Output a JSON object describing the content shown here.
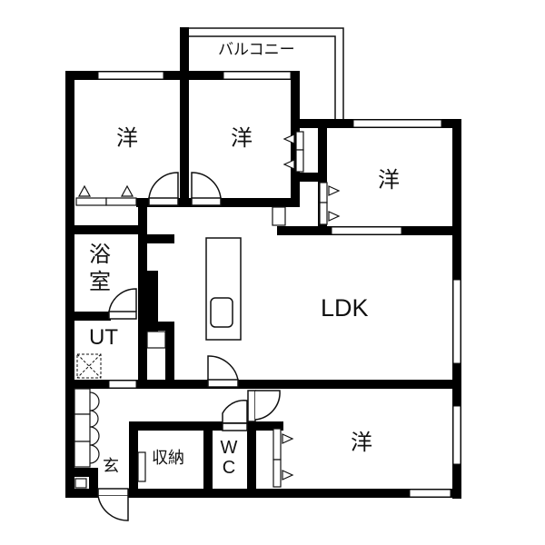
{
  "floorplan": {
    "layout_type": "3LDK",
    "colors": {
      "wall": "#000000",
      "background": "#ffffff",
      "line": "#111111"
    },
    "rooms": {
      "balcony": {
        "label": "バルコニー"
      },
      "western_room_1": {
        "label": "洋"
      },
      "western_room_2": {
        "label": "洋"
      },
      "western_room_3": {
        "label": "洋"
      },
      "western_room_4": {
        "label": "洋"
      },
      "bathroom": {
        "label_line1": "浴",
        "label_line2": "室"
      },
      "utility": {
        "label": "UT"
      },
      "ldk": {
        "label": "LDK"
      },
      "storage": {
        "label": "収納"
      },
      "toilet": {
        "label_line1": "W",
        "label_line2": "C"
      },
      "entrance": {
        "label": "玄"
      }
    }
  }
}
